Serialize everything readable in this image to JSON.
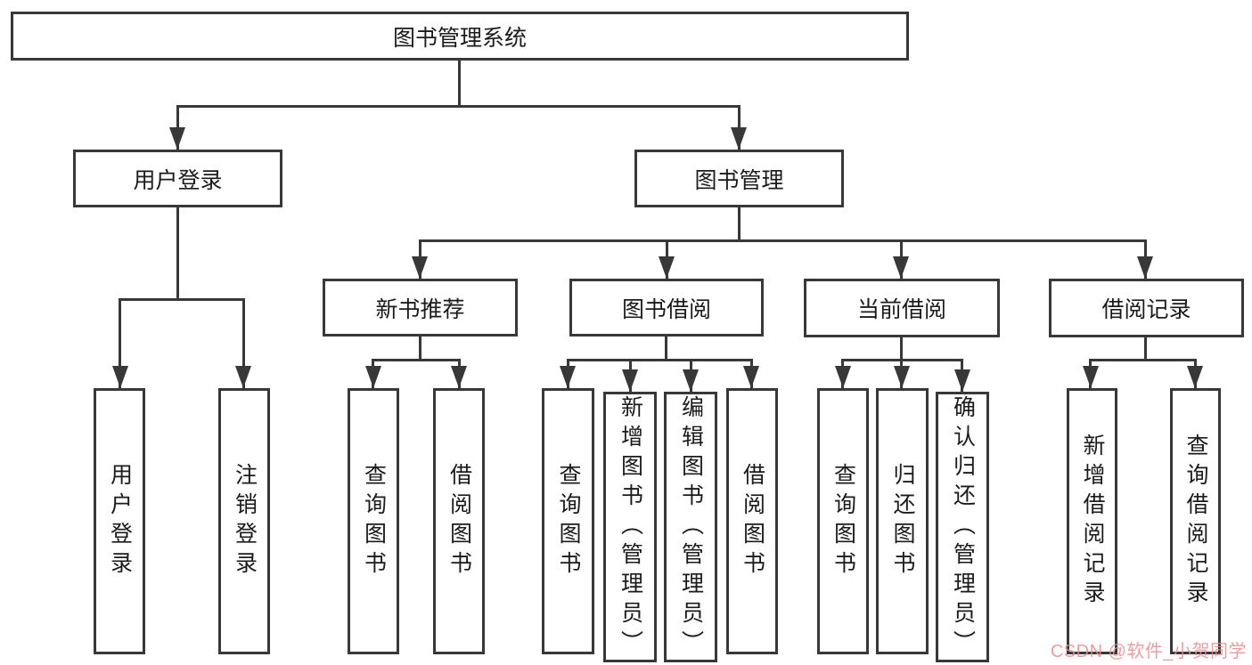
{
  "title": "图书管理系统",
  "colors": {
    "line": "#383838",
    "box_border": "#383838",
    "text": "#1b1b1b",
    "background": "#ffffff",
    "watermark": "#ea8c8c"
  },
  "watermark": {
    "text": "CSDN @软件_小贺同学"
  },
  "tree": {
    "label": "图书管理系统",
    "children": [
      {
        "label": "用户登录",
        "children": [
          {
            "label": "用户登录"
          },
          {
            "label": "注销登录"
          }
        ]
      },
      {
        "label": "图书管理",
        "children": [
          {
            "label": "新书推荐",
            "children": [
              {
                "label": "查询图书"
              },
              {
                "label": "借阅图书"
              }
            ]
          },
          {
            "label": "图书借阅",
            "children": [
              {
                "label": "查询图书"
              },
              {
                "label": "新增图书（管理员）"
              },
              {
                "label": "编辑图书（管理员）"
              },
              {
                "label": "借阅图书"
              }
            ]
          },
          {
            "label": "当前借阅",
            "children": [
              {
                "label": "查询图书"
              },
              {
                "label": "归还图书"
              },
              {
                "label": "确认归还（管理员）"
              }
            ]
          },
          {
            "label": "借阅记录",
            "children": [
              {
                "label": "新增借阅记录"
              },
              {
                "label": "查询借阅记录"
              }
            ]
          }
        ]
      }
    ]
  }
}
